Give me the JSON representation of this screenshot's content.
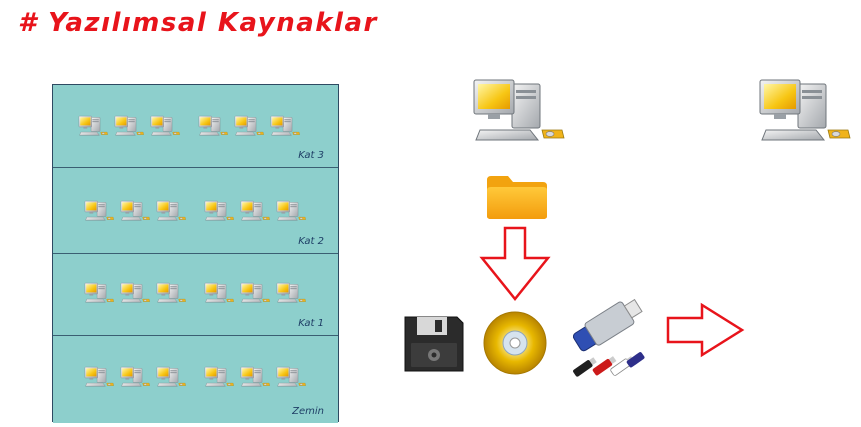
{
  "title": "# Yazılımsal Kaynaklar",
  "building": {
    "floors": [
      {
        "label": "Kat 3",
        "pc_count": 6
      },
      {
        "label": "Kat 2",
        "pc_count": 6
      },
      {
        "label": "Kat 1",
        "pc_count": 6
      },
      {
        "label": "Zemin",
        "pc_count": 6
      }
    ]
  },
  "colors": {
    "title": "#e8141b",
    "floor": "#8dcfcc",
    "arrow": "#e8141b"
  },
  "icons": [
    "computer-icon",
    "folder-icon",
    "arrow-down-icon",
    "floppy-disk-icon",
    "cd-disc-icon",
    "usb-drive-icon",
    "arrow-right-icon"
  ]
}
